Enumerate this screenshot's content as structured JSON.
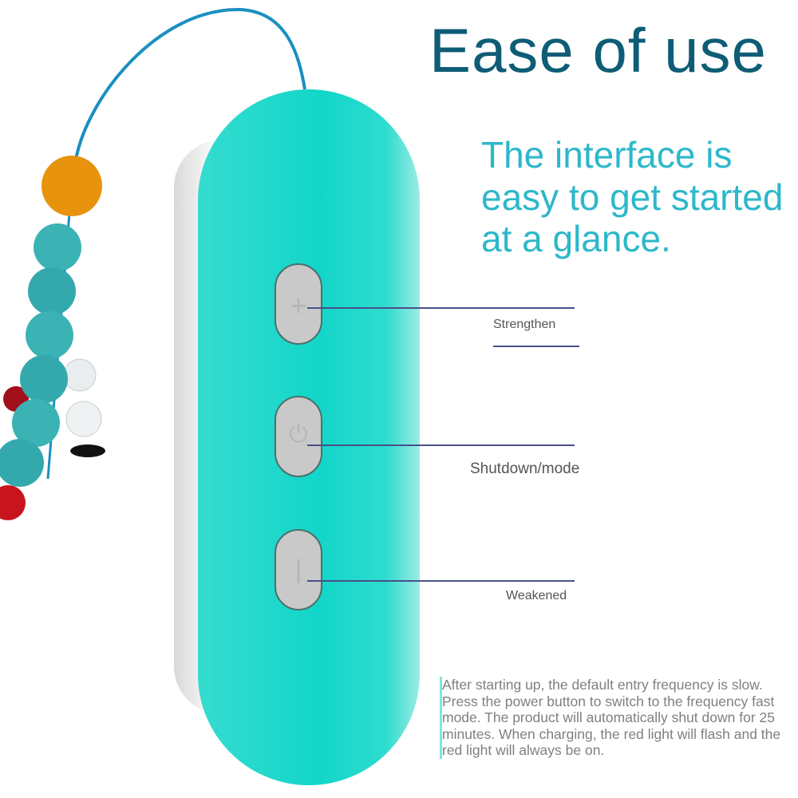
{
  "title": "Ease of use",
  "subtitle": "The interface is easy to get started at a glance.",
  "buttons": [
    {
      "icon": "plus-icon",
      "glyph": "+",
      "label": "Strengthen"
    },
    {
      "icon": "power-icon",
      "glyph": "⏻",
      "label": "Shutdown/mode"
    },
    {
      "icon": "minus-icon",
      "glyph": "|",
      "label": "Weakened"
    }
  ],
  "description": "After starting up, the default entry frequency is slow. Press the power button to switch to the frequency fast mode. The product will automatically shut down for 25 minutes. When charging, the red light will flash and the red light will always be on.",
  "colors": {
    "title": "#0e5c75",
    "subtitle": "#2cb8ca",
    "device": "#12d6c9"
  }
}
